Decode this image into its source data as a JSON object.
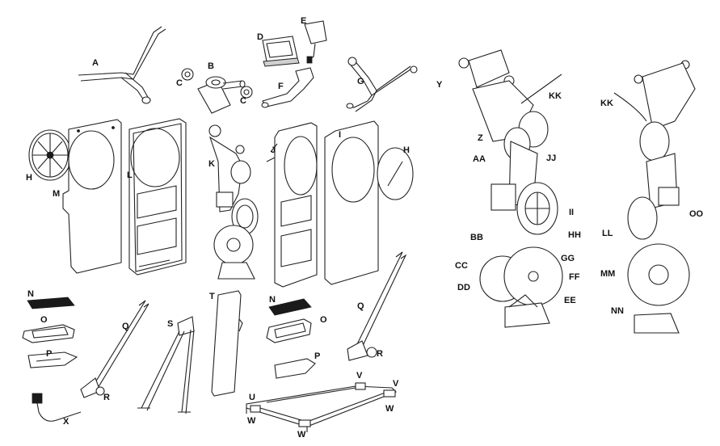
{
  "labels": {
    "A": "A",
    "B": "B",
    "C1": "C",
    "C2": "C",
    "D": "D",
    "E": "E",
    "F": "F",
    "G": "G",
    "H1": "H",
    "H2": "H",
    "I": "I",
    "J": "J",
    "K": "K",
    "L": "L",
    "M": "M",
    "N1": "N",
    "N2": "N",
    "O1": "O",
    "O2": "O",
    "P1": "P",
    "P2": "P",
    "Q1": "Q",
    "Q2": "Q",
    "R1": "R",
    "R2": "R",
    "S": "S",
    "T": "T",
    "U": "U",
    "V1": "V",
    "V2": "V",
    "W1": "W",
    "W2": "W",
    "W3": "W",
    "X": "X",
    "Y": "Y",
    "Z": "Z",
    "AA": "AA",
    "BB": "BB",
    "CC": "CC",
    "DD": "DD",
    "EE": "EE",
    "FF": "FF",
    "GG": "GG",
    "HH": "HH",
    "II": "II",
    "JJ": "JJ",
    "KK1": "KK",
    "KK2": "KK",
    "LL": "LL",
    "MM": "MM",
    "NN": "NN",
    "OO": "OO"
  }
}
